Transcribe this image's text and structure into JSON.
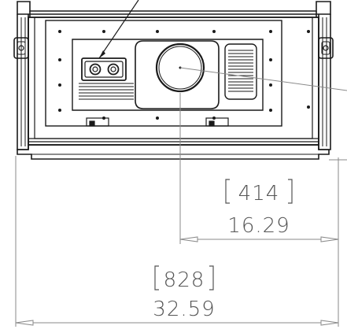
{
  "drawing": {
    "view": "front-elevation",
    "dimensions": [
      {
        "mm": "414",
        "inches": "16.29"
      },
      {
        "mm": "828",
        "inches": "32.59"
      }
    ]
  },
  "colors": {
    "line": "#1a1a1a",
    "dimension_line": "#8a8a8a",
    "dimension_text": "#555555",
    "background": "#ffffff"
  },
  "icons": {
    "io-panel": "connector-pair-icon",
    "lens": "lens-icon"
  }
}
